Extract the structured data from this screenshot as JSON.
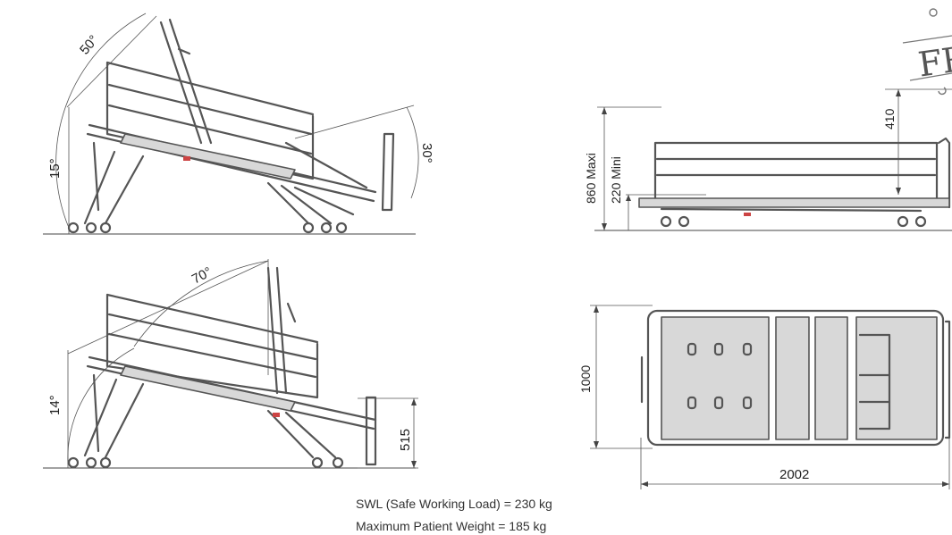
{
  "views": {
    "tilt": {
      "backrest_angle": "50°",
      "tilt_angle": "15°",
      "legrest_angle": "30°"
    },
    "max_tilt": {
      "backrest_angle": "70°",
      "tilt_angle": "14°",
      "low_height": "515"
    },
    "side": {
      "height_max": "860 Maxi",
      "height_min": "220 Mini",
      "rail_height": "410"
    },
    "top": {
      "width": "1000",
      "length": "2002"
    }
  },
  "specs": {
    "swl": "SWL (Safe Working Load) = 230 kg",
    "max_patient_weight": "Maximum Patient Weight = 185 kg"
  },
  "stamp": {
    "text": "FR"
  }
}
